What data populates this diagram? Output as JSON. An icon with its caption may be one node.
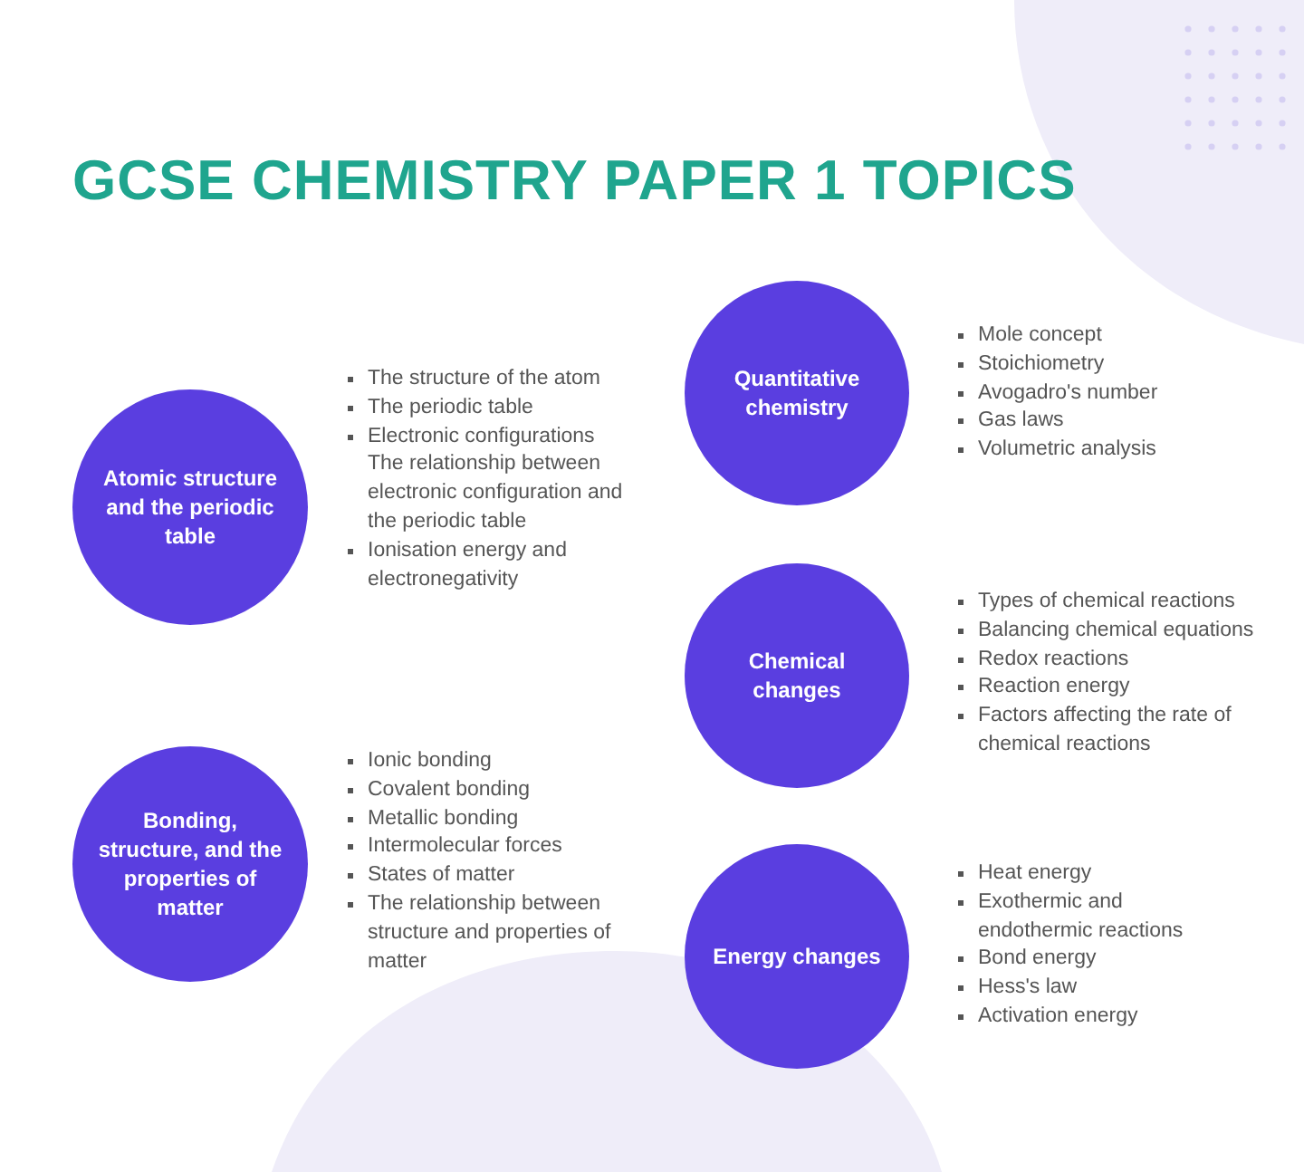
{
  "diagram": {
    "title": "GCSE CHEMISTRY PAPER 1 TOPICS",
    "nodes": [
      {
        "text": [
          "Atomic structure and the periodic table"
        ],
        "beside": [
          "The structure of the atom",
          "The periodic table",
          "Electronic configurations The relationship between electronic configuration and the periodic table",
          "Ionisation energy and electronegativity"
        ]
      },
      {
        "text": [
          "Bonding, structure, and the properties of matter"
        ],
        "beside": [
          "Ionic bonding",
          "Covalent bonding",
          "Metallic bonding",
          "Intermolecular forces",
          "States of matter",
          "The relationship between structure and properties of matter"
        ]
      },
      {
        "text": [
          "Quantitative chemistry"
        ],
        "beside": [
          "Mole concept",
          "Stoichiometry",
          "Avogadro's number",
          "Gas laws",
          "Volumetric analysis"
        ]
      },
      {
        "text": [
          "Chemical changes"
        ],
        "beside": [
          "Types of chemical reactions",
          "Balancing chemical equations",
          "Redox reactions",
          "Reaction energy",
          "Factors affecting the rate of chemical reactions"
        ]
      },
      {
        "text": [
          "Energy changes"
        ],
        "beside": [
          "Heat energy",
          "Exothermic and endothermic reactions",
          "Bond energy",
          "Hess's law",
          "Activation energy"
        ]
      }
    ]
  }
}
